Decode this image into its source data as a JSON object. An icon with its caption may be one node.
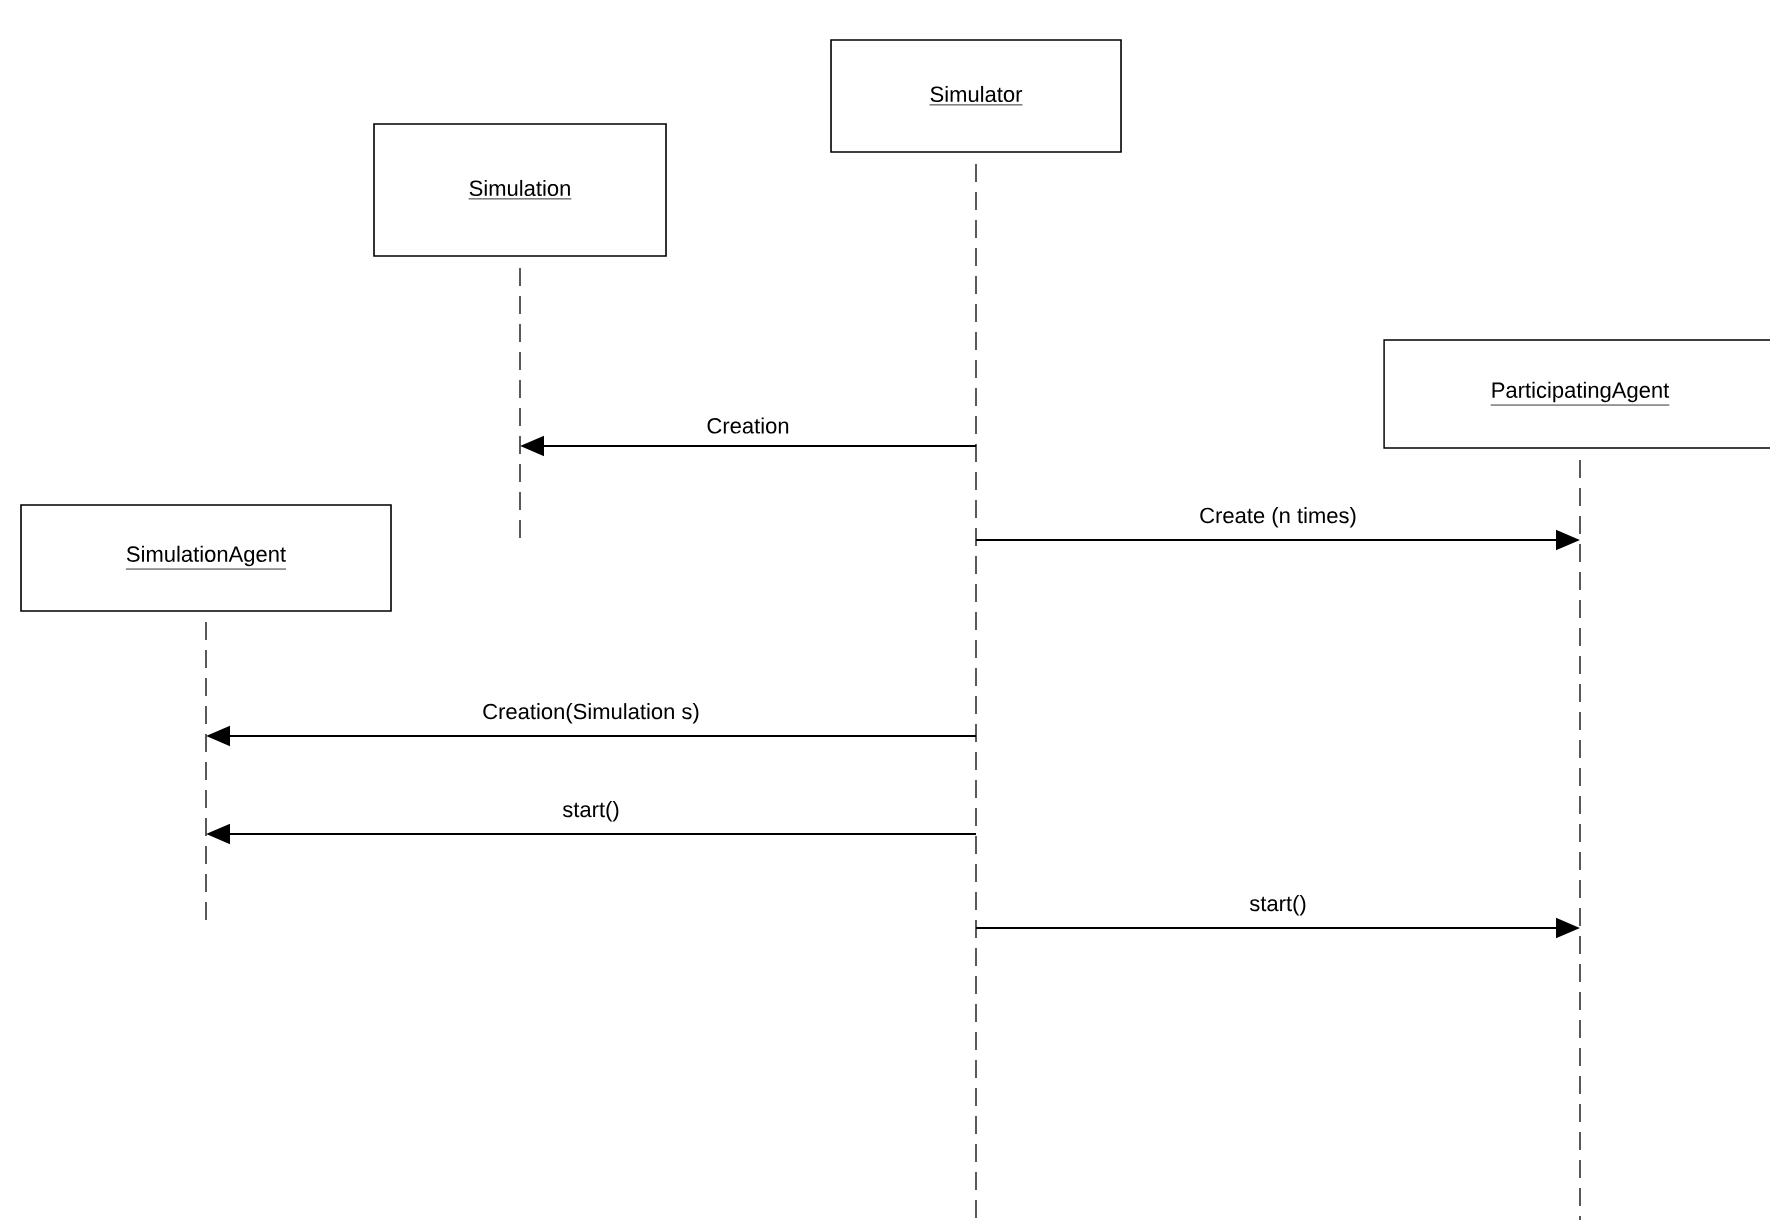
{
  "diagram": {
    "nodes": [
      {
        "text": [
          "Simulator"
        ]
      },
      {
        "text": [
          "Simulation"
        ]
      },
      {
        "text": [
          "ParticipatingAgent"
        ]
      },
      {
        "text": [
          "SimulationAgent"
        ]
      }
    ],
    "edges": [
      {
        "from": 0,
        "to": 1,
        "arrow": "to",
        "label": "Creation"
      },
      {
        "from": 0,
        "to": 2,
        "arrow": "to",
        "label": "Create (n times)"
      },
      {
        "from": 0,
        "to": 3,
        "arrow": "to",
        "label": "Creation(Simulation s)"
      },
      {
        "from": 0,
        "to": 3,
        "arrow": "to",
        "label": "start()"
      },
      {
        "from": 0,
        "to": 2,
        "arrow": "to",
        "label": "start()"
      }
    ]
  }
}
